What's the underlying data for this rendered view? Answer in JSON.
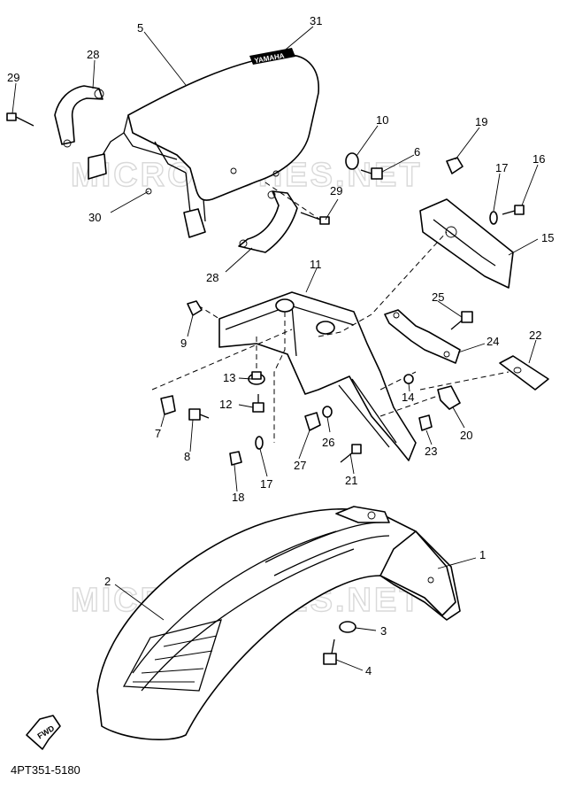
{
  "diagram_code": "4PT351-5180",
  "watermark": "MICROFICHES.NET",
  "forward_label": "FWD",
  "decal_text": "YAMAHA",
  "callouts": {
    "c1": "1",
    "c2": "2",
    "c3": "3",
    "c4": "4",
    "c5": "5",
    "c6": "6",
    "c7": "7",
    "c8": "8",
    "c9": "9",
    "c10": "10",
    "c11": "11",
    "c12": "12",
    "c13": "13",
    "c14": "14",
    "c15": "15",
    "c16": "16",
    "c17a": "17",
    "c17b": "17",
    "c18": "18",
    "c19": "19",
    "c20": "20",
    "c21": "21",
    "c22": "22",
    "c23": "23",
    "c24": "24",
    "c25": "25",
    "c26": "26",
    "c27": "27",
    "c28a": "28",
    "c28b": "28",
    "c29a": "29",
    "c29b": "29",
    "c30": "30",
    "c31": "31"
  }
}
